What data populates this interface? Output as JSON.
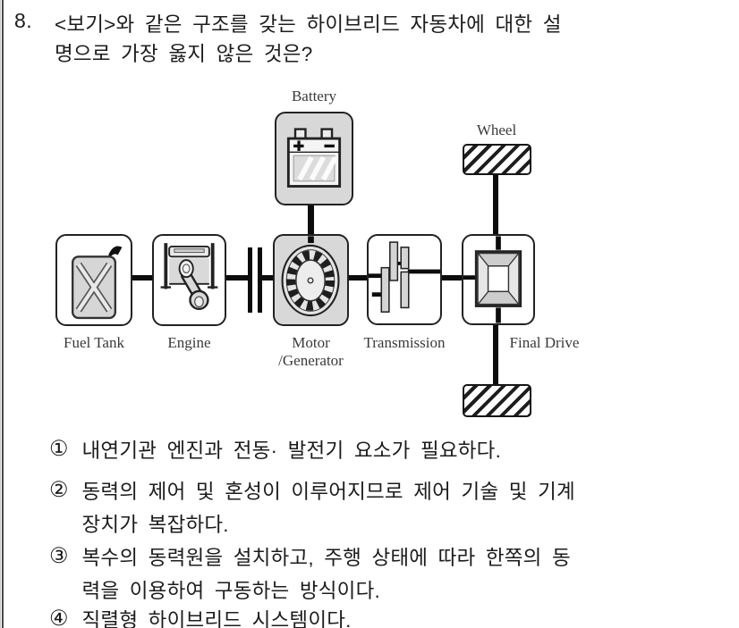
{
  "question": {
    "number": "8.",
    "line1": "<보기>와 같은 구조를 갖는 하이브리드 자동차에 대한 설",
    "line2": "명으로 가장 옳지 않은 것은?"
  },
  "diagram": {
    "labels": {
      "battery": "Battery",
      "wheel": "Wheel",
      "fuel_tank": "Fuel Tank",
      "engine": "Engine",
      "motor_line1": "Motor",
      "motor_line2": "/Generator",
      "transmission": "Transmission",
      "final_drive": "Final Drive"
    },
    "icons": {
      "fuel_tank": "fuel-can-icon",
      "engine": "piston-crank-icon",
      "motor": "motor-stator-icon",
      "transmission": "gearbox-icon",
      "final_drive": "differential-icon",
      "battery": "battery-cell-icon",
      "wheel": "hatched-wheel-icon",
      "clutch": "clutch-bars-icon"
    },
    "colors": {
      "highlight_box_fill": "#d8d8d8",
      "plain_box_fill": "#ffffff",
      "line": "#0c0c0c",
      "text": "#1c1c1c"
    }
  },
  "choices": [
    {
      "num": "①",
      "lines": [
        "내연기관 엔진과 전동· 발전기 요소가 필요하다."
      ]
    },
    {
      "num": "②",
      "lines": [
        "동력의 제어 및 혼성이 이루어지므로 제어 기술 및 기계",
        "장치가 복잡하다."
      ]
    },
    {
      "num": "③",
      "lines": [
        "복수의 동력원을 설치하고, 주행 상태에 따라 한쪽의 동",
        "력을 이용하여 구동하는 방식이다."
      ]
    },
    {
      "num": "④",
      "lines": [
        "직렬형 하이브리드 시스템이다."
      ]
    }
  ]
}
